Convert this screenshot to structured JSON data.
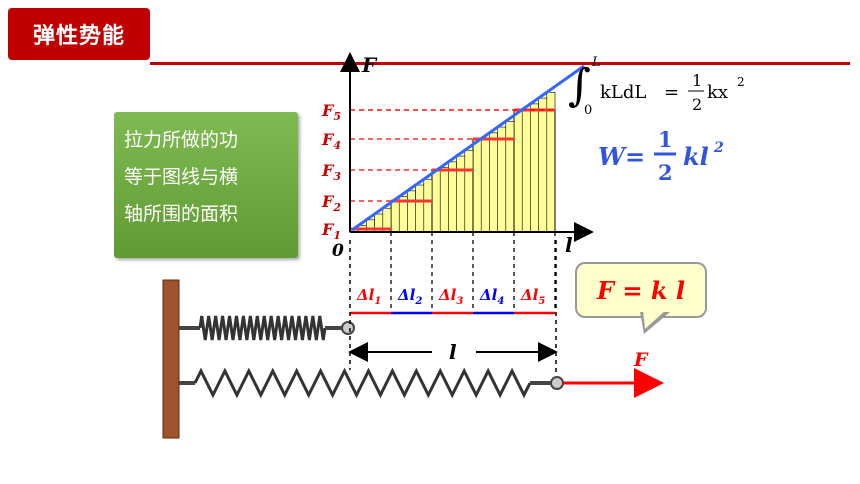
{
  "header": {
    "title": "弹性势能"
  },
  "note_lines": [
    "拉力所做的功",
    "等于图线与横",
    "轴所围的面积"
  ],
  "integral": {
    "upper": "L",
    "lower": "0",
    "integrand": "kLdL",
    "equals": "=",
    "numerator": "1",
    "denominator": "2",
    "rhs": "kx",
    "exponent": "2"
  },
  "work_formula": {
    "lhs": "W=",
    "num": "1",
    "den": "2",
    "rhs": "kl",
    "exp": "2"
  },
  "hooke": "F = k l",
  "chart_data": {
    "type": "area",
    "y_axis_label": "F",
    "x_axis_label": "l",
    "origin_label": "0",
    "force_levels": [
      {
        "label": "F",
        "sub": "1"
      },
      {
        "label": "F",
        "sub": "2"
      },
      {
        "label": "F",
        "sub": "3"
      },
      {
        "label": "F",
        "sub": "4"
      },
      {
        "label": "F",
        "sub": "5"
      }
    ],
    "intervals": [
      {
        "label": "Δl",
        "sub": "1",
        "color": "#ff0000"
      },
      {
        "label": "Δl",
        "sub": "2",
        "color": "#0000ff"
      },
      {
        "label": "Δl",
        "sub": "3",
        "color": "#ff0000"
      },
      {
        "label": "Δl",
        "sub": "4",
        "color": "#0000ff"
      },
      {
        "label": "Δl",
        "sub": "5",
        "color": "#ff0000"
      }
    ]
  },
  "spring_length_label": "l",
  "pull_label": "F",
  "colors": {
    "accent": "#c00000",
    "line": "#3366ff",
    "bars": "#ffff99",
    "red": "#ff0000",
    "blue": "#0000ff"
  }
}
